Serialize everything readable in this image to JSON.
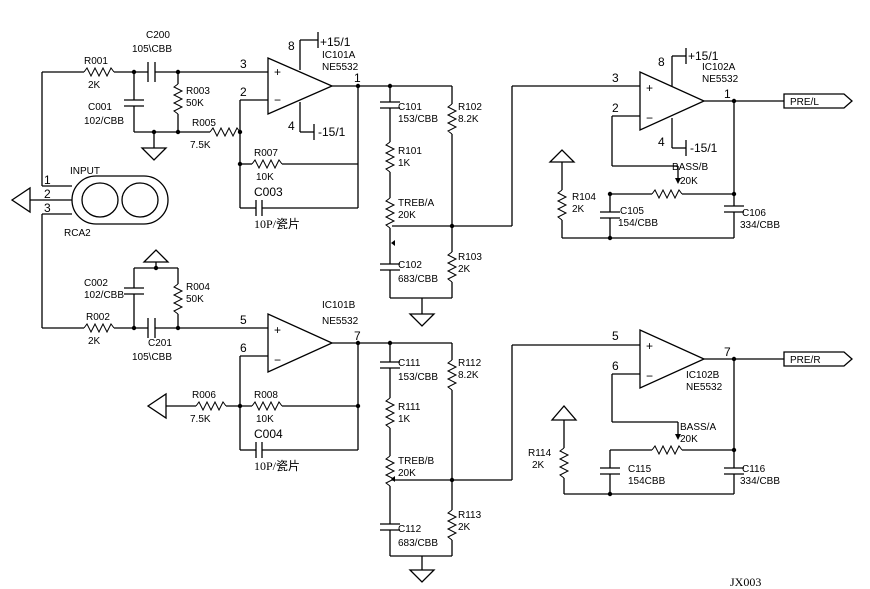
{
  "connectors": {
    "input_title": "INPUT",
    "input_name": "RCA2",
    "pin1": "1",
    "pin2": "2",
    "pin3": "3",
    "out_left": "PRE/L",
    "out_right": "PRE/R"
  },
  "supplies": {
    "ic101_pos": "+15/1",
    "ic101_neg": "-15/1",
    "ic102_pos": "+15/1",
    "ic102_neg": "-15/1",
    "pin8": "8",
    "pin4": "4"
  },
  "ics": {
    "ic101a": "IC101A",
    "ic101b": "IC101B",
    "ic102a": "IC102A",
    "ic102b": "IC102B",
    "part": "NE5532",
    "p_ic101a_in_p": "3",
    "p_ic101a_in_n": "2",
    "p_ic101a_out": "1",
    "p_ic101b_in_p": "5",
    "p_ic101b_in_n": "6",
    "p_ic101b_out": "7",
    "p_ic102a_in_p": "3",
    "p_ic102a_in_n": "2",
    "p_ic102a_out": "1",
    "p_ic102b_in_p": "5",
    "p_ic102b_in_n": "6",
    "p_ic102b_out": "7",
    "plus": "+",
    "minus": "−"
  },
  "components": {
    "R001": "R001",
    "R001_v": "2K",
    "C200": "C200",
    "C200_v": "105\\CBB",
    "R003": "R003",
    "R003_v": "50K",
    "C001": "C001",
    "C001_v": "102/CBB",
    "R005": "R005",
    "R005_v": "7.5K",
    "R007": "R007",
    "R007_v": "10K",
    "C003": "C003",
    "C003_v": "10P/瓷片",
    "C101": "C101",
    "C101_v": "153/CBB",
    "R102": "R102",
    "R102_v": "8.2K",
    "R101": "R101",
    "R101_v": "1K",
    "TREBA": "TREB/A",
    "TREBA_v": "20K",
    "C102": "C102",
    "C102_v": "683/CBB",
    "R103": "R103",
    "R103_v": "2K",
    "R104": "R104",
    "R104_v": "2K",
    "BASSB": "BASS/B",
    "BASSB_v": "20K",
    "C105": "C105",
    "C105_v": "154/CBB",
    "C106": "C106",
    "C106_v": "334/CBB",
    "C002": "C002",
    "C002_v": "102/CBB",
    "R004": "R004",
    "R004_v": "50K",
    "R002": "R002",
    "R002_v": "2K",
    "C201": "C201",
    "C201_v": "105\\CBB",
    "R006": "R006",
    "R006_v": "7.5K",
    "R008": "R008",
    "R008_v": "10K",
    "C004": "C004",
    "C004_v": "10P/瓷片",
    "C111": "C111",
    "C111_v": "153/CBB",
    "R112": "R112",
    "R112_v": "8.2K",
    "R111": "R111",
    "R111_v": "1K",
    "TREBB": "TREB/B",
    "TREBB_v": "20K",
    "C112": "C112",
    "C112_v": "683/CBB",
    "R113": "R113",
    "R113_v": "2K",
    "R114": "R114",
    "R114_v": "2K",
    "BASSA": "BASS/A",
    "BASSA_v": "20K",
    "C115": "C115",
    "C115_v": "154CBB",
    "C116": "C116",
    "C116_v": "334/CBB"
  },
  "footer": {
    "code": "JX003"
  }
}
